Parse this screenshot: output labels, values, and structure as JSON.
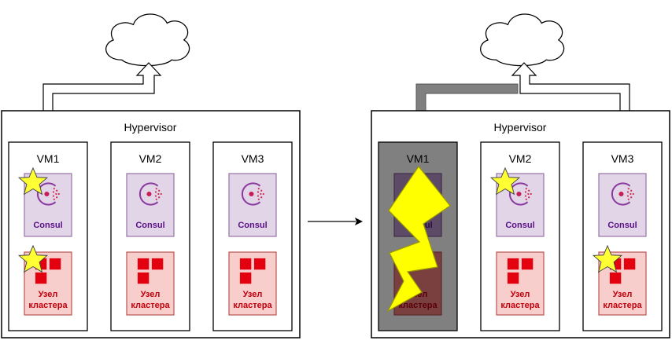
{
  "colors": {
    "consul_fill": "#e1d5e7",
    "consul_stroke": "#9673a6",
    "consul_text": "#5a0f87",
    "node_fill": "#f8cecc",
    "node_stroke": "#b85450",
    "node_text": "#c0000c",
    "node_icon": "#e3000f",
    "star": "#ffff33",
    "failed_vm": "#808080",
    "lightning": "#ffff00"
  },
  "icons": [
    "cloud-icon",
    "consul-logo-icon",
    "cluster-node-icon",
    "star-icon",
    "lightning-icon",
    "arrow-icon"
  ],
  "before": {
    "hypervisor": "Hypervisor",
    "vms": [
      {
        "name": "VM1",
        "consul": "Consul",
        "node": [
          "Узел",
          "кластера"
        ]
      },
      {
        "name": "VM2",
        "consul": "Consul",
        "node": [
          "Узел",
          "кластера"
        ]
      },
      {
        "name": "VM3",
        "consul": "Consul",
        "node": [
          "Узел",
          "кластера"
        ]
      }
    ]
  },
  "after": {
    "hypervisor": "Hypervisor",
    "vms": [
      {
        "name": "VM1",
        "consul": "Consul",
        "node": [
          "Узел",
          "кластера"
        ],
        "failed": true
      },
      {
        "name": "VM2",
        "consul": "Consul",
        "node": [
          "Узел",
          "кластера"
        ]
      },
      {
        "name": "VM3",
        "consul": "Consul",
        "node": [
          "Узел",
          "кластера"
        ]
      }
    ]
  }
}
